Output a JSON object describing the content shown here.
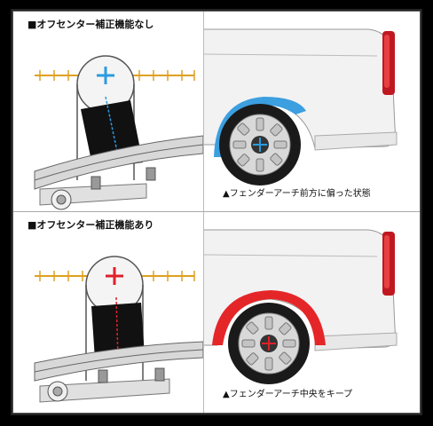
{
  "panels": [
    {
      "heading": "■オフセンター補正機能なし",
      "caption": "▲フェンダーアーチ前方に偏った状態",
      "accent": "#2a9be0",
      "arch_color": "#3b9fe0"
    },
    {
      "heading": "■オフセンター補正機能あり",
      "caption": "▲フェンダーアーチ中央をキープ",
      "accent": "#e0202a",
      "arch_color": "#e52629"
    }
  ],
  "colors": {
    "ruler": "#e0a020",
    "van_body": "#f4f4f4",
    "spring": "#d8d8d8",
    "block": "#111111"
  }
}
